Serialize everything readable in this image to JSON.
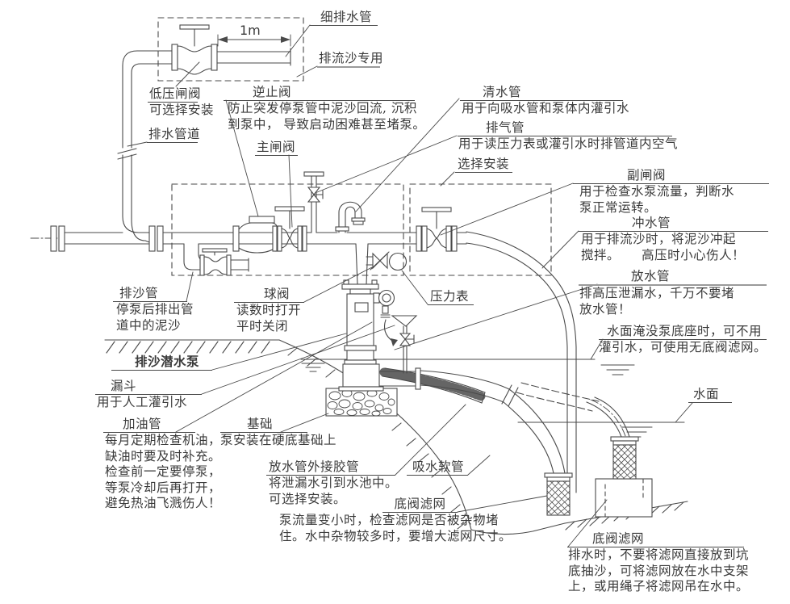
{
  "dimension": {
    "text": "1m"
  },
  "colors": {
    "line": "#4a4a4a",
    "text": "#3a3a3a",
    "gray_shelf": "#9a9a9a",
    "background": "#ffffff"
  },
  "labels": {
    "xi_paishuiguan": {
      "title": "细排水管"
    },
    "pailiusha": {
      "title": "排流沙专用"
    },
    "diyazhafa": {
      "title": "低压闸阀",
      "desc": [
        "可选择安装"
      ]
    },
    "paishuiguandao": {
      "title": "排水管道"
    },
    "nizhifa": {
      "title": "逆止阀",
      "desc": [
        "防止突发停泵管中泥沙回流, 沉积",
        "到泵中， 导致启动困难甚至堵泵。"
      ]
    },
    "zhuzhafa": {
      "title": "主闸阀"
    },
    "qingshuiguan": {
      "title": "清水管",
      "desc": [
        "用于向吸水管和泵体内灌引水"
      ]
    },
    "paiqiguan": {
      "title": "排气管",
      "desc": [
        "用于读压力表或灌引水时排管道内空气"
      ]
    },
    "xuanze": {
      "title": "选择安装"
    },
    "fuzhafa": {
      "title": "副闸阀",
      "desc": [
        "用于检查水泵流量，判断水",
        "泵正常运转。"
      ]
    },
    "chongshuiguan": {
      "title": "冲水管",
      "desc": [
        "用于排流沙时，将泥沙冲起",
        "搅拌。     高压时小心伤人！"
      ]
    },
    "fangshuiguan": {
      "title": "放水管",
      "desc": [
        "排高压泄漏水，千万不要堵",
        "放水管！"
      ]
    },
    "shuimian_note": {
      "line1": "水面淹没泵底座时，可不用",
      "line2": "灌引水，可使用无底阀滤网。"
    },
    "shuimian": {
      "title": "水面"
    },
    "paishaguan": {
      "title": "排沙管",
      "desc": [
        "停泵后排出管",
        "道中的泥沙"
      ]
    },
    "qiufa": {
      "title": "球阀",
      "desc": [
        "读数时打开",
        "平时关闭"
      ]
    },
    "yalibiao": {
      "title": "压力表"
    },
    "paishabeng": {
      "title": "排沙潜水泵"
    },
    "loudou": {
      "title": "漏斗",
      "desc": [
        "用于人工灌引水"
      ]
    },
    "jiayouguan": {
      "title": "加油管",
      "desc": [
        "每月定期检查机油，",
        "缺油时要及时补充。",
        "检查前一定要停泵，",
        "等泵冷却后再打开，",
        "避免热油飞溅伤人！"
      ]
    },
    "jichu": {
      "title": "基础",
      "desc": [
        "泵安装在硬底基础上"
      ]
    },
    "waijie_jiaoguan": {
      "title": "放水管外接胶管",
      "desc": [
        "将泄漏水引到水池中。",
        "可选择安装。"
      ]
    },
    "xishuiruanguan": {
      "title": "吸水软管"
    },
    "difa1": {
      "title": "底阀滤网",
      "desc": [
        "泵流量变小时，检查滤网是否被杂物堵",
        "住。水中杂物较多时，要增大滤网尺寸。"
      ]
    },
    "difa2": {
      "title": "底阀滤网",
      "desc": [
        "排水时，不要将滤网直接放到坑",
        "底抽沙，可将滤网放在水中支架",
        "上，或用绳子将滤网吊在水中。"
      ]
    }
  }
}
